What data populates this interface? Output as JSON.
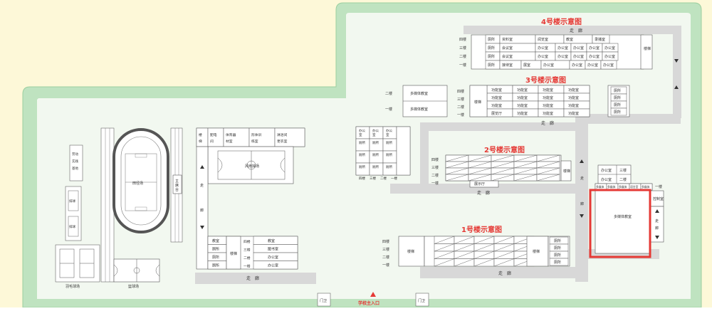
{
  "buildings": {
    "b4": {
      "title": "4号楼示意图",
      "corridor": "走　廊",
      "floors": [
        "四楼",
        "三楼",
        "二楼",
        "一楼"
      ],
      "stairs": "楼梯",
      "rooms": [
        [
          "厕所",
          "资料室",
          "阅览室",
          "教室",
          "录播室"
        ],
        [
          "厕所",
          "会议室",
          "办公室",
          "办公室",
          "办公室",
          "办公室",
          "办公室"
        ],
        [
          "厕所",
          "会议室",
          "办公室",
          "办公室",
          "办公室",
          "办公室",
          "办公室"
        ],
        [
          "厕所",
          "接待室",
          "展室",
          "办公室",
          "办公室",
          "办公室",
          "办公室"
        ]
      ]
    },
    "b3": {
      "title": "3号楼示意图",
      "floors": [
        "四楼",
        "三楼",
        "二楼",
        "一楼"
      ],
      "rooms": [
        [
          "功能室",
          "功能室",
          "功能室",
          "功能室"
        ],
        [
          "功能室",
          "功能室",
          "功能室",
          "功能室"
        ],
        [
          "功能室",
          "功能室",
          "功能室",
          "功能室"
        ],
        [
          "展览厅",
          "功能室",
          "功能室",
          "功能室"
        ]
      ],
      "right_rooms": [
        "厕所",
        "厕所",
        "厕所",
        "厕所"
      ],
      "left_floors": [
        "二楼",
        "一楼"
      ],
      "left_rooms": [
        "多媒体教室",
        "多媒体教室"
      ],
      "corridor": "走　廊"
    },
    "b2": {
      "title": "2号楼示意图",
      "floors": [
        "四楼",
        "三楼",
        "二楼",
        "一楼"
      ],
      "stairs": "楼梯",
      "bottom_room": "展示厅",
      "corridor": "走　廊"
    },
    "b1": {
      "title": "1号楼示意图",
      "floors": [
        "四楼",
        "三楼",
        "二楼",
        "一楼"
      ],
      "stairs": "楼梯",
      "right_rooms": [
        "厕所",
        "厕所",
        "厕所",
        "厕所"
      ],
      "corridor": "走　廊"
    },
    "office_col": {
      "rows": [
        [
          "办公室",
          "办公室",
          "办公室"
        ],
        [
          "厕所",
          "厕所",
          "厕所"
        ],
        [
          "厕所",
          "厕所",
          "厕所"
        ],
        [
          "厕所",
          "厕所",
          "厕所"
        ]
      ],
      "floors": [
        "四楼",
        "三楼",
        "二楼",
        "一楼"
      ]
    },
    "multimedia": {
      "rows": [
        [
          "办公室",
          "三楼"
        ],
        [
          "办公室",
          "二楼"
        ]
      ],
      "small_rooms": [
        "多媒体",
        "多媒体",
        "多媒体",
        "语言室",
        "多媒体"
      ],
      "first_floor": "一楼",
      "hall": "多媒体教室",
      "control": "控制室",
      "corridor_chars": [
        "走",
        "廊"
      ],
      "vertical_corridor": [
        "走",
        "廊"
      ]
    },
    "gym": {
      "top": [
        "楼梯",
        "配电间",
        "体育器材室",
        "形体训练室",
        "淋浴间更衣室"
      ],
      "hall": "风雨操场",
      "corridor_chars": [
        "走",
        "廊"
      ],
      "grid": [
        [
          "教室",
          "教室"
        ],
        [
          "厕所",
          "图书室"
        ],
        [
          "厕所",
          "办公室"
        ],
        [
          "厕所",
          "办公室"
        ]
      ],
      "bottom_floors": [
        "四楼",
        "三楼",
        "二楼",
        "一楼"
      ],
      "stairs": "楼梯",
      "corridor": "走　廊"
    }
  },
  "facilities": {
    "track": "田径场",
    "stage": "主席台",
    "fitness": "劳动实践基地",
    "pingpong": "排球场",
    "badminton": "羽毛球场",
    "basketball": "篮球场"
  },
  "gates": {
    "left": "门卫",
    "right": "门卫",
    "main": "学校主入口"
  },
  "colors": {
    "green_border": "#c8e6c9",
    "ground": "#eef6ec",
    "road": "#d9d9d9",
    "accent_red": "#e53935",
    "highlight": "#e53935"
  }
}
